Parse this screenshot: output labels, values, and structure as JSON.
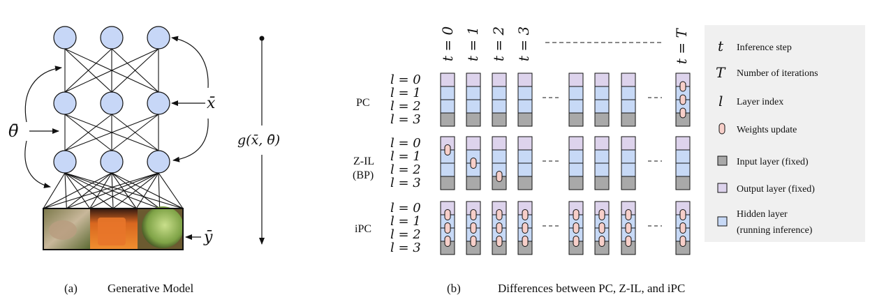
{
  "panel_a": {
    "caption_letter": "(a)",
    "caption_text": "Generative Model",
    "label_theta": "θ̄",
    "label_x": "x̄",
    "label_y": "ȳ",
    "label_g": "g(x̄, θ̄)"
  },
  "panel_b": {
    "caption_letter": "(b)",
    "caption_text": "Differences between PC, Z-IL, and iPC",
    "time_labels": [
      "t = 0",
      "t = 1",
      "t = 2",
      "t = 3",
      "t = T"
    ],
    "layer_labels": [
      "l = 0",
      "l = 1",
      "l = 2",
      "l = 3"
    ],
    "row_labels": {
      "pc": "PC",
      "zil_1": "Z-IL",
      "zil_2": "(BP)",
      "ipc": "iPC"
    },
    "ellipsis": "- - -"
  },
  "legend": {
    "items": [
      {
        "symbol": "t",
        "text": "Inference step"
      },
      {
        "symbol": "T",
        "text": "Number of iterations"
      },
      {
        "symbol": "l",
        "text": "Layer index"
      },
      {
        "swatch": "pill",
        "text": "Weights update"
      },
      {
        "swatch": "input",
        "text": "Input layer  (fixed)"
      },
      {
        "swatch": "output",
        "text": "Output layer (fixed)"
      },
      {
        "swatch": "hidden",
        "text": "Hidden layer",
        "text2": "(running inference)"
      }
    ]
  },
  "colors": {
    "node_fill": "#c7d7f7",
    "output_layer": "#ddd3ec",
    "hidden_layer": "#c7d9f6",
    "input_layer": "#a9a9a9",
    "weight_pill": "#f7cfc9",
    "legend_bg": "#f0f0f0"
  }
}
